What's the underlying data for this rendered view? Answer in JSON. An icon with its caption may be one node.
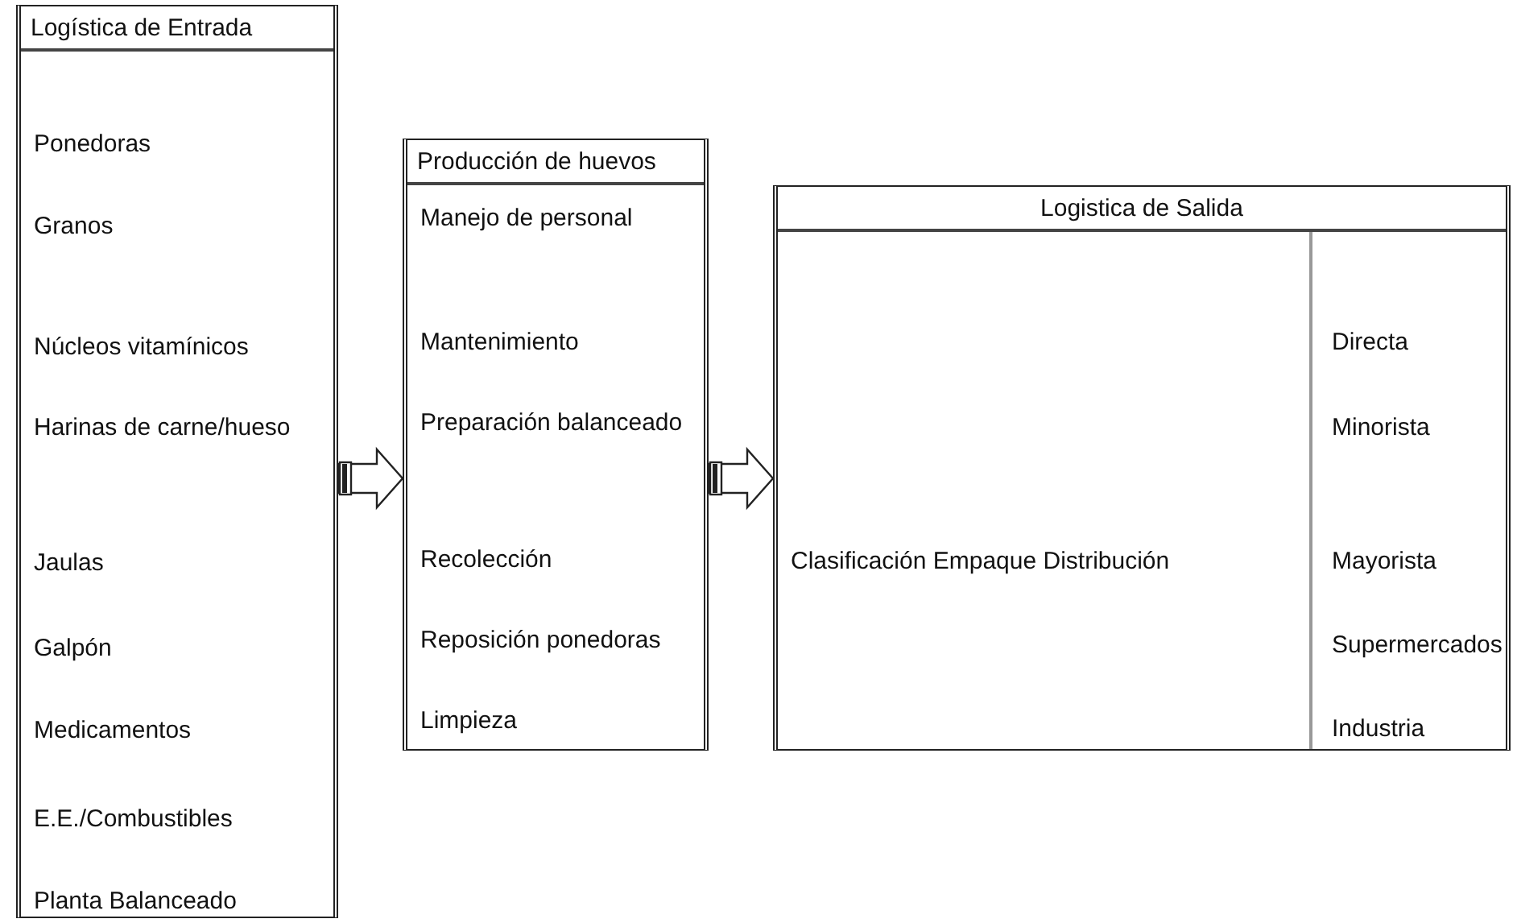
{
  "diagram": {
    "nodes": [
      {
        "text": [
          "Logística de Entrada",
          "Ponedoras",
          "Granos",
          "Núcleos vitamínicos",
          "Harinas de carne/hueso",
          "Jaulas",
          "Galpón",
          "Medicamentos",
          "E.E./Combustibles",
          "Planta Balanceado"
        ]
      },
      {
        "text": [
          "Producción de huevos",
          "Manejo de personal",
          "Mantenimiento",
          "Preparación balanceado",
          "Recolección",
          "Reposición ponedoras",
          "Limpieza"
        ]
      },
      {
        "text": [
          "Logistica de Salida",
          "Clasificación Empaque Distribución",
          "Directa",
          "Minorista",
          "Mayorista",
          "Supermercados",
          "Industria"
        ]
      }
    ],
    "edges": [
      {
        "from": 0,
        "to": 1,
        "arrow": "to"
      },
      {
        "from": 1,
        "to": 2,
        "arrow": "to"
      }
    ]
  }
}
